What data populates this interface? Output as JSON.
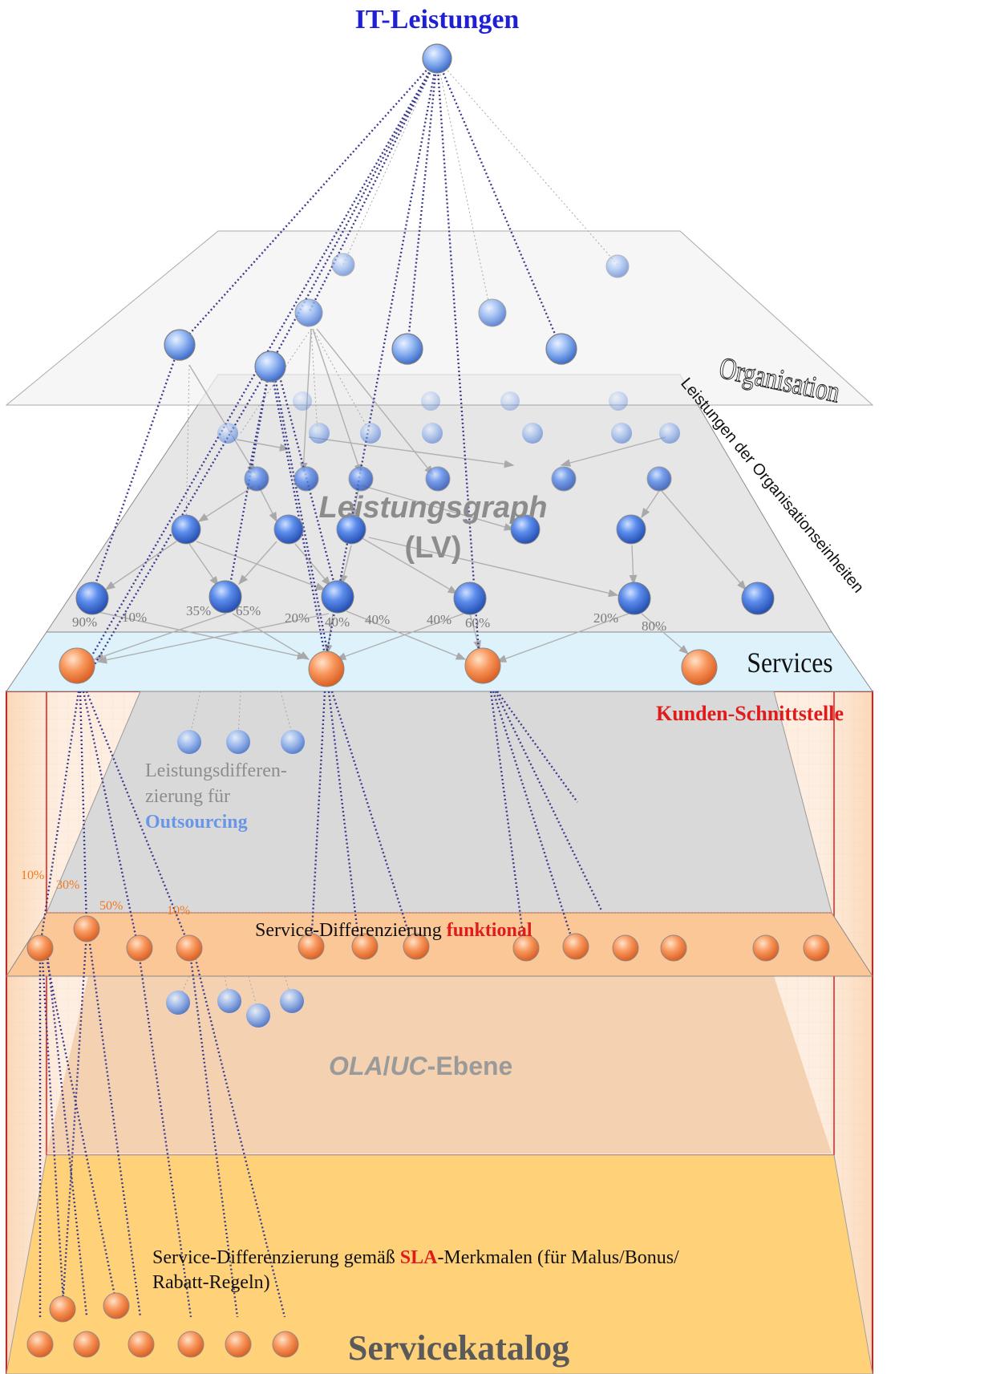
{
  "title": "IT-Leistungen",
  "layers": {
    "organisation": "Organisation",
    "leistungsgraph_line1": "Leistungsgraph",
    "leistungsgraph_line2": "(LV)",
    "leistungen_der_oe": "Leistungen der Organisationseinheiten",
    "services": "Services",
    "kunden_schnittstelle": "Kunden-Schnittstelle",
    "outsourcing_line1": "Leistungsdifferen-",
    "outsourcing_line2": "zierung für",
    "outsourcing_line3": "Outsourcing",
    "service_diff_prefix": "Service-Differenzierung ",
    "service_diff_emph": "funktional",
    "ola_part1": "OLA",
    "ola_part2": "/",
    "ola_part3": "UC",
    "ola_part4": "-Ebene",
    "sla_line1_prefix": "Service-Differenzierung gemäß ",
    "sla_line1_emph": "SLA",
    "sla_line1_suffix": "-Merkmalen (für Malus/Bonus/",
    "sla_line2": "Rabatt-Regeln)",
    "servicekatalog": "Servicekatalog"
  },
  "lv_percentages": [
    "90%",
    "10%",
    "35%",
    "65%",
    "20%",
    "40%",
    "40%",
    "40%",
    "60%",
    "20%",
    "80%"
  ],
  "func_percentages": [
    "10%",
    "30%",
    "50%",
    "10%"
  ],
  "colors": {
    "title": "#1f1fd6",
    "blue_node": "#5d8fe6",
    "orange_node": "#f07a35",
    "red_emph": "#e01b1b",
    "outsourcing": "#6a96e8",
    "percent_orange": "#f07a20",
    "link": "#3c3c8e"
  }
}
